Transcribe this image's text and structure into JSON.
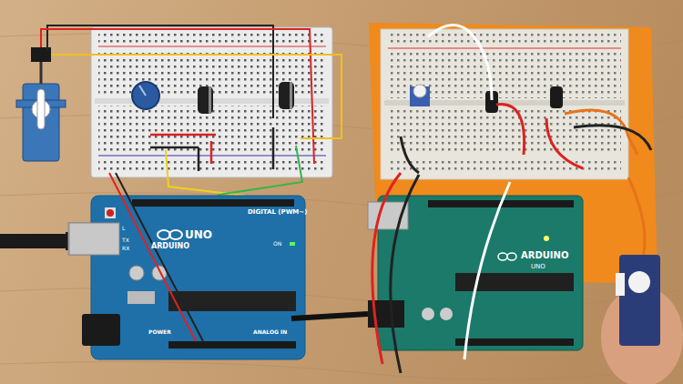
{
  "diagram": {
    "labels": [
      "DIGITAL (PWM~)",
      "UNO",
      "ARDUINO",
      "L",
      "TX",
      "RX",
      "ON",
      "POWER",
      "ANALOG IN",
      "ARDUINO",
      "UNO"
    ]
  }
}
